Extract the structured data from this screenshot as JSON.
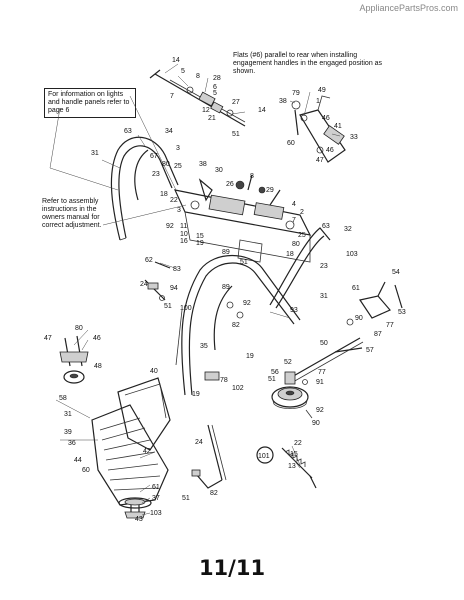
{
  "header": {
    "watermark": "AppliancePartsPros.com"
  },
  "notes": {
    "flats": "Flats (#6) parallel to rear when installing engagement handles in the engaged position as shown.",
    "lights": "For information on lights and handle panels refer to page 6",
    "assembly": "Refer to assembly instructions in the owners manual for correct adjustment."
  },
  "footer": {
    "page_number": "11/11"
  },
  "callouts": {
    "c1": "14",
    "c2": "5",
    "c3": "8",
    "c4": "28",
    "c5": "6",
    "c6": "7",
    "c7": "5",
    "c8": "12",
    "c9": "27",
    "c10": "14",
    "c11": "21",
    "c12": "51",
    "c13": "79",
    "c14": "49",
    "c15": "38",
    "c16": "1",
    "c17": "46",
    "c18": "41",
    "c19": "33",
    "c20": "60",
    "c21": "46",
    "c22": "47",
    "c23": "63",
    "c24": "34",
    "c25": "31",
    "c26": "3",
    "c27": "67",
    "c28": "80",
    "c29": "25",
    "c30": "38",
    "c31": "23",
    "c32": "30",
    "c33": "26",
    "c34": "8",
    "c35": "29",
    "c36": "4",
    "c37": "2",
    "c38": "18",
    "c39": "22",
    "c40": "3",
    "c41": "11",
    "c42": "92",
    "c43": "10",
    "c44": "16",
    "c45": "15",
    "c46": "19",
    "c47": "7",
    "c48": "25",
    "c49": "80",
    "c50": "18",
    "c51": "89",
    "c52": "51",
    "c53": "63",
    "c54": "32",
    "c55": "103",
    "c56": "62",
    "c57": "83",
    "c58": "23",
    "c59": "24",
    "c60": "94",
    "c61": "51",
    "c62": "31",
    "c63": "54",
    "c64": "53",
    "c65": "61",
    "c66": "90",
    "c67": "77",
    "c68": "87",
    "c69": "100",
    "c70": "89",
    "c71": "92",
    "c72": "93",
    "c73": "82",
    "c74": "35",
    "c75": "50",
    "c76": "57",
    "c77": "80",
    "c78": "47",
    "c79": "46",
    "c80": "48",
    "c81": "40",
    "c82": "58",
    "c83": "31",
    "c84": "39",
    "c85": "36",
    "c86": "44",
    "c87": "60",
    "c88": "42",
    "c89": "19",
    "c90": "78",
    "c91": "102",
    "c92": "19",
    "c93": "52",
    "c94": "56",
    "c95": "51",
    "c96": "77",
    "c97": "91",
    "c98": "92",
    "c99": "90",
    "c100": "24",
    "c101": "82",
    "c102": "51",
    "c103": "101",
    "c104": "22",
    "c105": "15",
    "c106": "13",
    "c107": "61",
    "c108": "37",
    "c109": "103",
    "c110": "43"
  }
}
